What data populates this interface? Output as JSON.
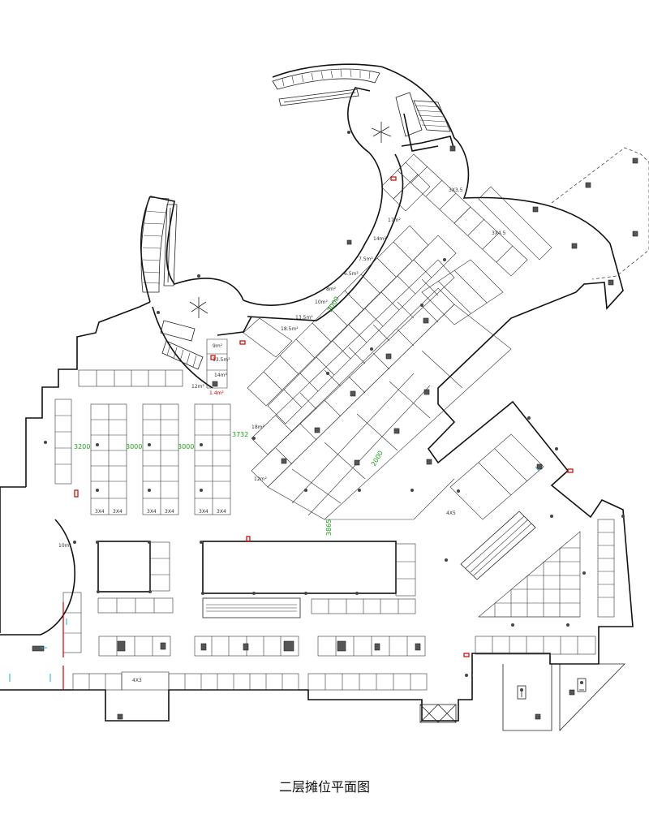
{
  "caption": "二层摊位平面图",
  "dimensions": [
    "3200",
    "3000",
    "3000",
    "3732",
    "2000",
    "2000",
    "3865"
  ],
  "booth_sizes": {
    "small": "3X4",
    "a": "3X3.5",
    "b": "3X4.5",
    "c": "4X5",
    "d": "4X3"
  },
  "areas": {
    "a17": "17m²",
    "a14a": "14m²",
    "a75": "7.5m²",
    "a65": "6.5m²",
    "a8": "8m²",
    "a10": "10m²",
    "a135": "13.5m²",
    "a185": "18.5m²",
    "a9": "9m²",
    "a135b": "13.5m²",
    "a14b": "14m²",
    "a12a": "12m²",
    "a14c": "1.4m²",
    "a18": "18m²",
    "a12b": "12m²",
    "a10b": "10m²"
  },
  "colors": {
    "walls": "#111111",
    "dimension": "#1aa31a",
    "marker": "#cc0000"
  }
}
